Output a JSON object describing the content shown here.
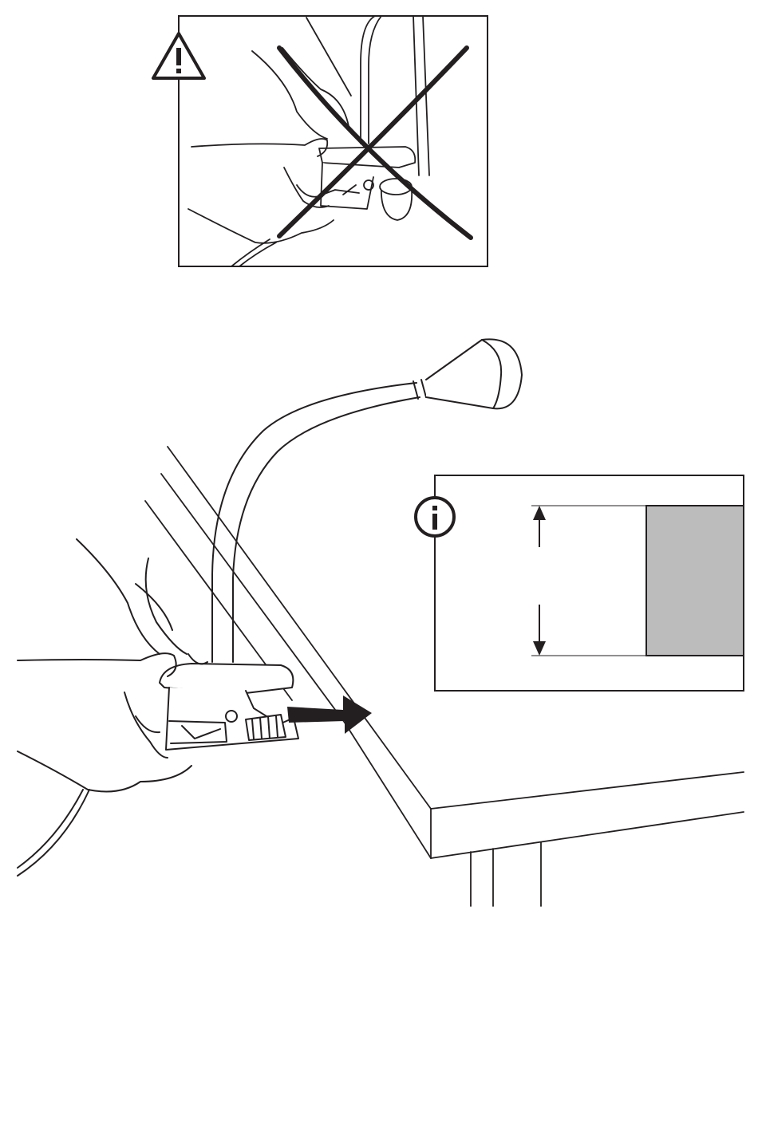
{
  "document": {
    "type": "assembly-instruction-page",
    "panels": {
      "warning": {
        "icon": "warning-triangle-icon",
        "state": "incorrect",
        "mark": "cross-out"
      },
      "main": {
        "subject": "clamp-lamp",
        "action": "attach-to-table-edge",
        "arrow": "push-right-arrow"
      },
      "info": {
        "icon": "info-circle-icon",
        "dimension": "table-thickness"
      }
    },
    "colors": {
      "ink": "#231f20",
      "paper": "#ffffff",
      "fill_grey": "#bcbcbc"
    }
  }
}
